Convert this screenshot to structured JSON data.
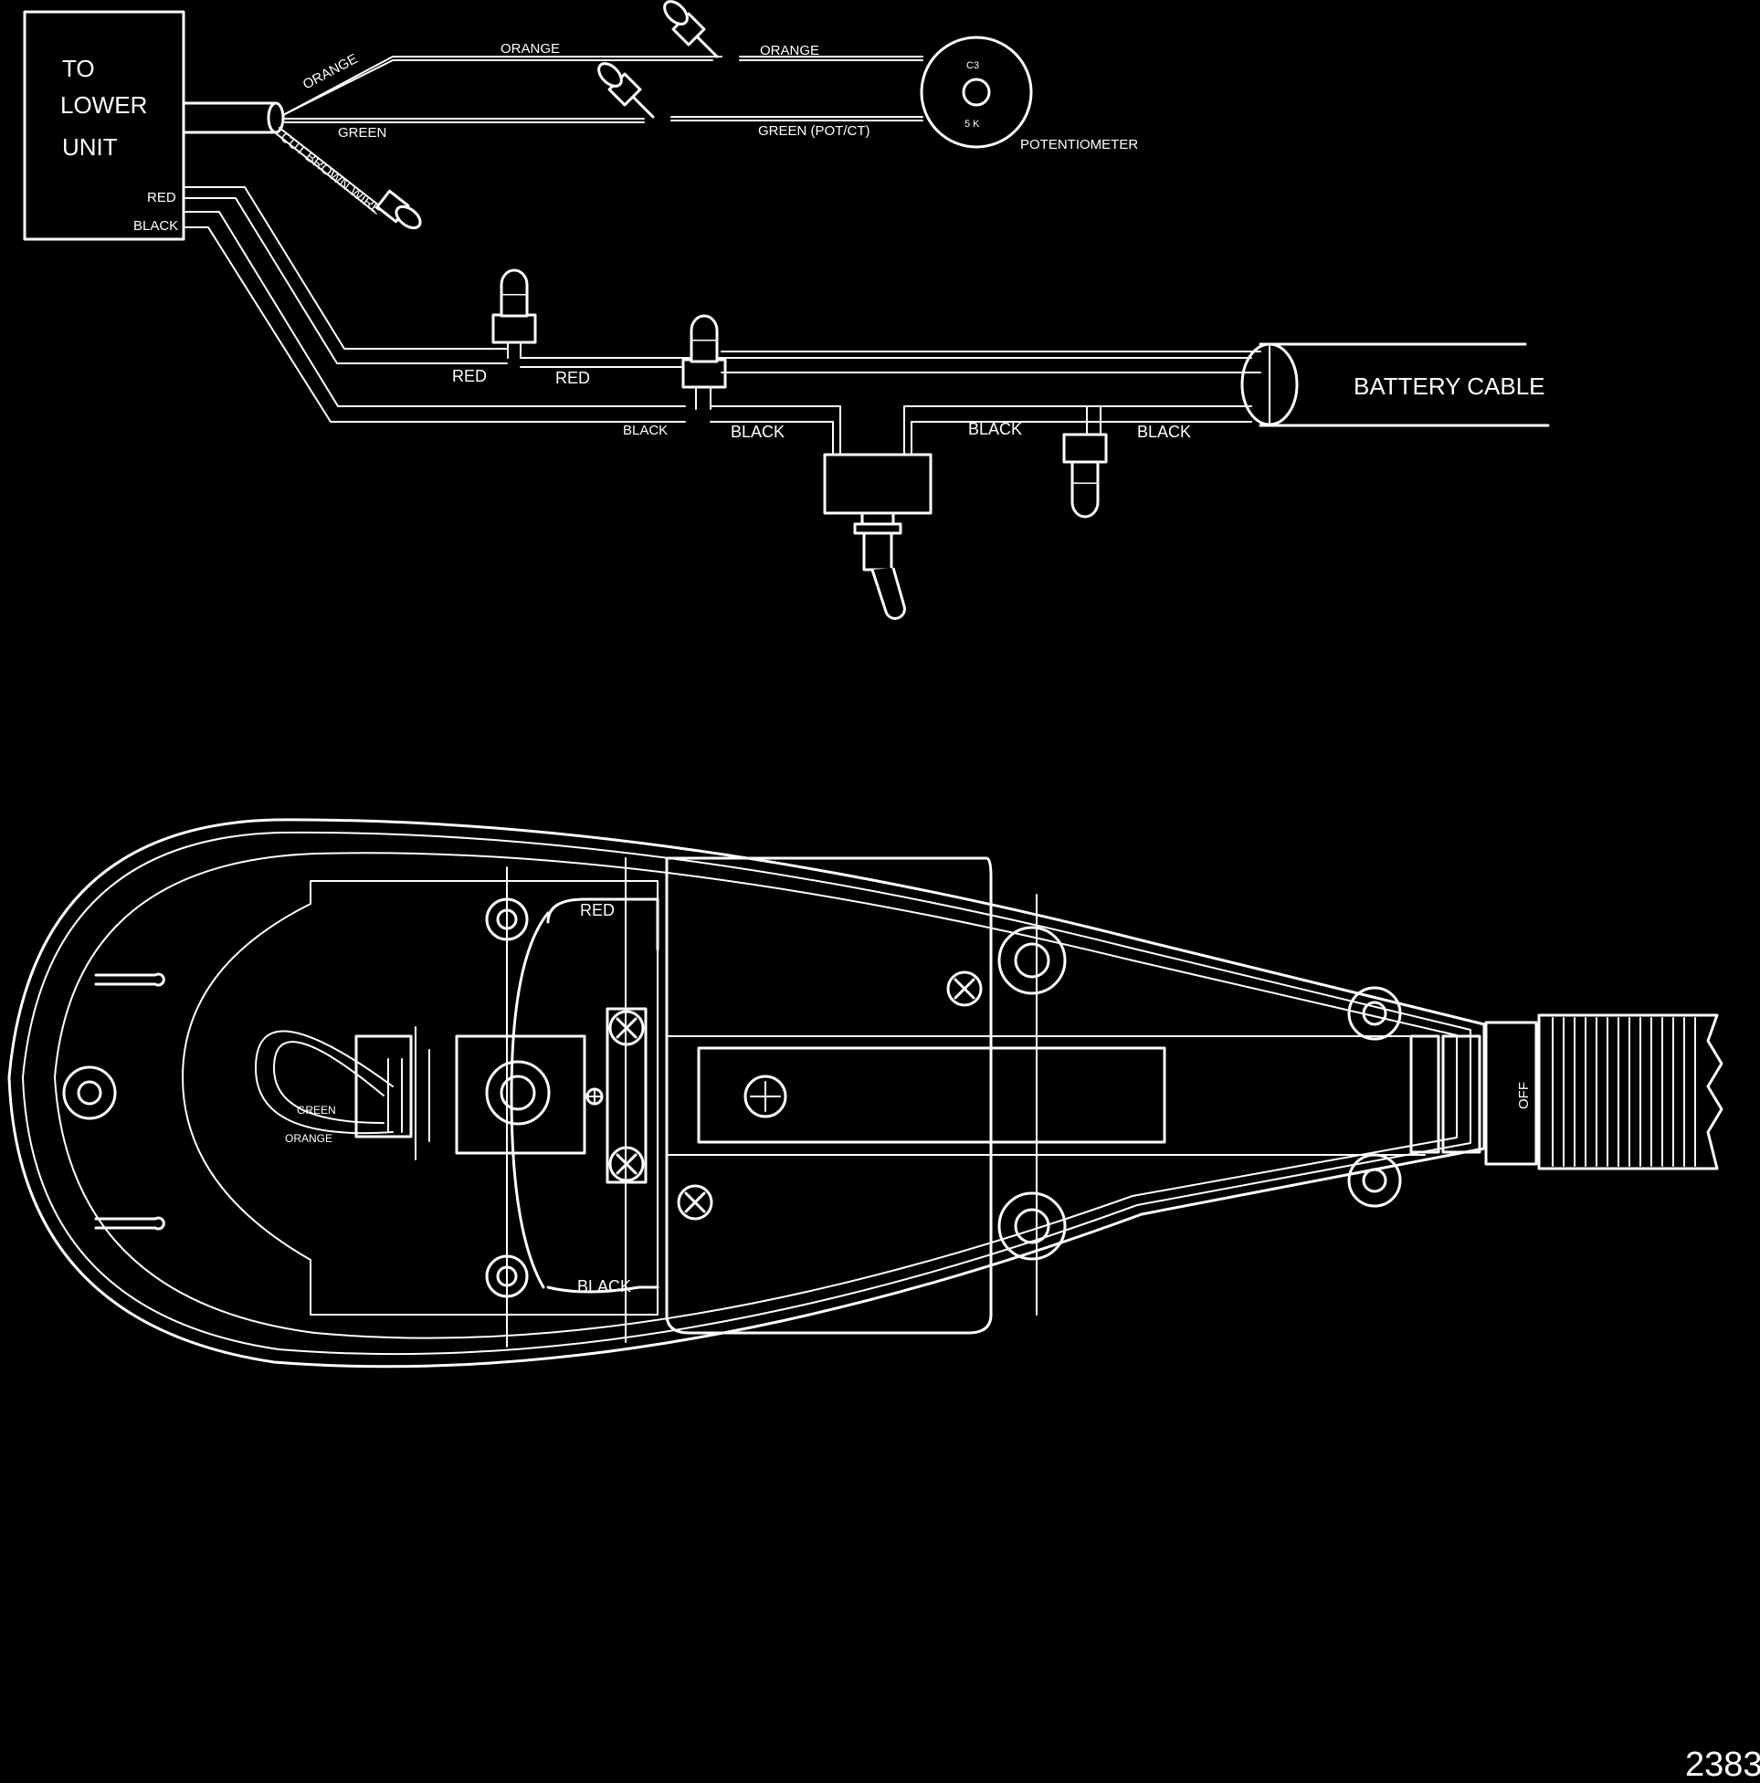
{
  "wiring": {
    "lower_unit": {
      "line1": "TO",
      "line2": "LOWER",
      "line3": "UNIT",
      "red": "RED",
      "black": "BLACK"
    },
    "orange_diag": "ORANGE",
    "orange_mid": "ORANGE",
    "orange_right": "ORANGE",
    "green_left": "GREEN",
    "green_right": "GREEN (POT/CT)",
    "cut_brown": "CUT BROWN WIRE",
    "pot_label": "POTENTIOMETER",
    "pot_top": "C3",
    "pot_bottom": "5 K",
    "red_a": "RED",
    "red_b": "RED",
    "black_a": "BLACK",
    "black_b": "BLACK",
    "black_c": "BLACK",
    "black_d": "BLACK",
    "battery_cable": "BATTERY CABLE"
  },
  "housing": {
    "red": "RED",
    "black": "BLACK",
    "green": "GREEN",
    "orange": "ORANGE",
    "off": "OFF"
  },
  "figure_number": "2383"
}
